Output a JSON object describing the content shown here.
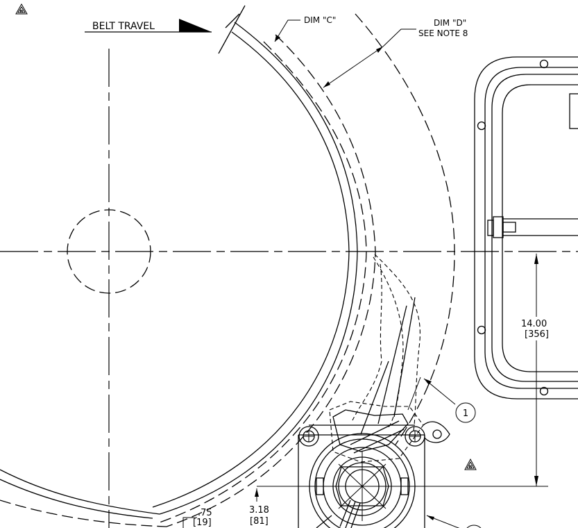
{
  "labels": {
    "rev_top": "B",
    "rev_bottom": "B",
    "belt_travel": "BELT TRAVEL",
    "dim_c": "DIM \"C\"",
    "dim_d_line1": "DIM \"D\"",
    "dim_d_line2": "SEE NOTE 8",
    "dim_14_in": "14.00",
    "dim_14_mm": "[356]",
    "dim_318_in": "3.18",
    "dim_318_mm": "[81]",
    "dim_075_in": ".75",
    "dim_075_mm": "[19]",
    "callout_1": "1"
  },
  "colors": {
    "ink": "#000000",
    "paper": "#ffffff"
  }
}
